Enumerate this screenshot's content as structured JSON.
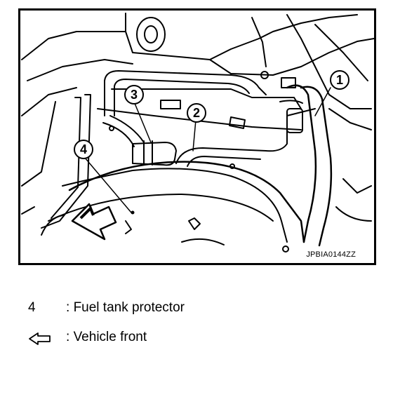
{
  "figure": {
    "code": "JPBIA0144ZZ",
    "callouts": [
      "1",
      "2",
      "3",
      "4"
    ]
  },
  "legend": {
    "items": [
      {
        "key": "4",
        "separator": ":",
        "text": "Fuel tank protector"
      },
      {
        "key_icon": "hollow-left-arrow-icon",
        "separator": ":",
        "text": "Vehicle front"
      }
    ]
  }
}
